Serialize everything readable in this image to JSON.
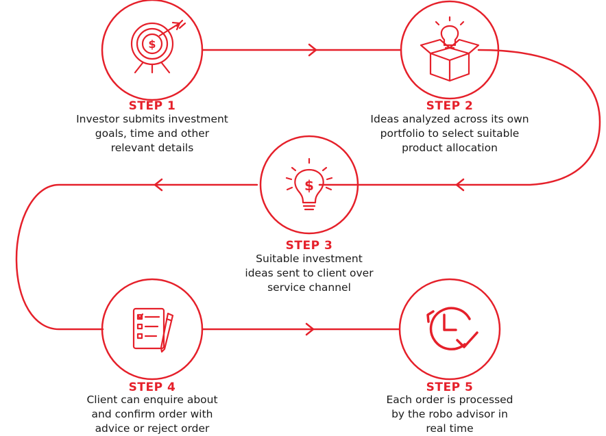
{
  "theme": {
    "accent": "#e5202a",
    "text": "#1a1a1a"
  },
  "steps": [
    {
      "label": "STEP 1",
      "icon": "dollar-target-icon",
      "lines": [
        "Investor submits investment",
        "goals, time and other",
        "relevant details"
      ]
    },
    {
      "label": "STEP 2",
      "icon": "lightbulb-box-icon",
      "lines": [
        "Ideas analyzed across its own",
        "portfolio to select suitable",
        "product allocation"
      ]
    },
    {
      "label": "STEP 3",
      "icon": "dollar-lightbulb-icon",
      "lines": [
        "Suitable investment",
        "ideas sent to client over",
        "service channel"
      ]
    },
    {
      "label": "STEP 4",
      "icon": "checklist-pen-icon",
      "lines": [
        "Client can enquire about",
        "and confirm order with",
        "advice or reject order"
      ]
    },
    {
      "label": "STEP 5",
      "icon": "clock-check-icon",
      "lines": [
        "Each order is processed",
        "by the robo advisor in",
        "real time"
      ]
    }
  ]
}
